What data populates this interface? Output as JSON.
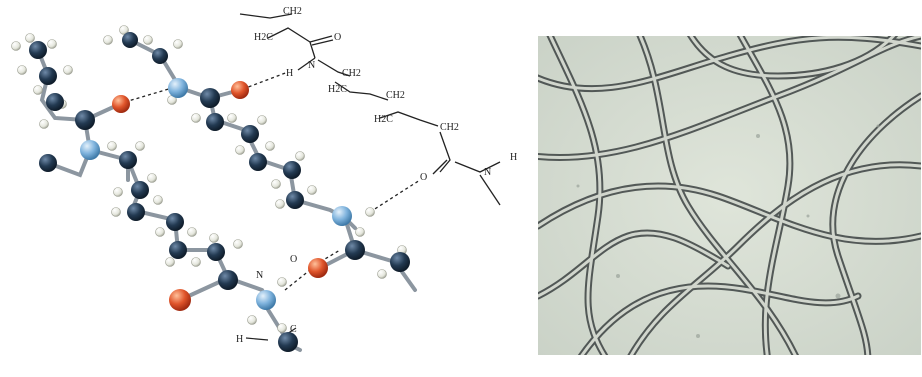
{
  "structure_labels": {
    "ch2_top": "CH2",
    "h2c_left": "H2C",
    "o_top": "O",
    "h_bond": "H",
    "n_top": "N",
    "ch2_mid": "CH2",
    "h2c_mid": "H2C",
    "ch2_low": "CH2",
    "h2c_low": "H2C",
    "ch2_right": "CH2",
    "o_right": "O",
    "n_right": "N",
    "h_right": "H",
    "o_ball": "O",
    "n_ball": "N",
    "h_ball": "H",
    "c_ball": "C"
  },
  "colors": {
    "carbon": "#1f3348",
    "nitrogen": "#7fb3dd",
    "oxygen": "#e0552b",
    "hydrogen": "#eef0e6",
    "background_micrograph": "#d6ddd2",
    "fiber": "#4a5050"
  }
}
